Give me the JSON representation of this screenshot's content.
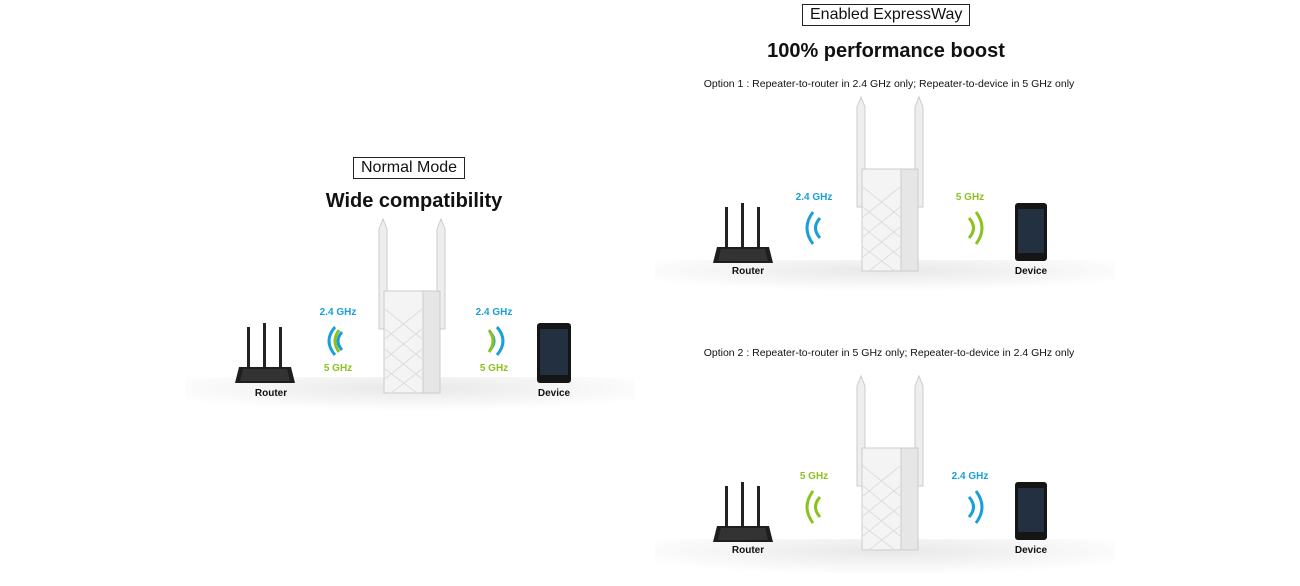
{
  "normal": {
    "mode_label": "Normal Mode",
    "title": "Wide compatibility",
    "router_label": "Router",
    "device_label": "Device",
    "left_freq_top": "2.4 GHz",
    "left_freq_bottom": "5 GHz",
    "right_freq_top": "2.4 GHz",
    "right_freq_bottom": "5 GHz"
  },
  "expressway": {
    "mode_label": "Enabled ExpressWay",
    "title": "100% performance boost",
    "option1": {
      "text": "Option 1 : Repeater-to-router in 2.4 GHz only; Repeater-to-device in 5 GHz only",
      "router_label": "Router",
      "device_label": "Device",
      "left_freq": "2.4 GHz",
      "right_freq": "5 GHz"
    },
    "option2": {
      "text": "Option 2 : Repeater-to-router in 5 GHz only; Repeater-to-device in 2.4 GHz only",
      "router_label": "Router",
      "device_label": "Device",
      "left_freq": "5 GHz",
      "right_freq": "2.4 GHz"
    }
  },
  "colors": {
    "band_2_4": "#1a9fdc",
    "band_5": "#8cc21f"
  }
}
